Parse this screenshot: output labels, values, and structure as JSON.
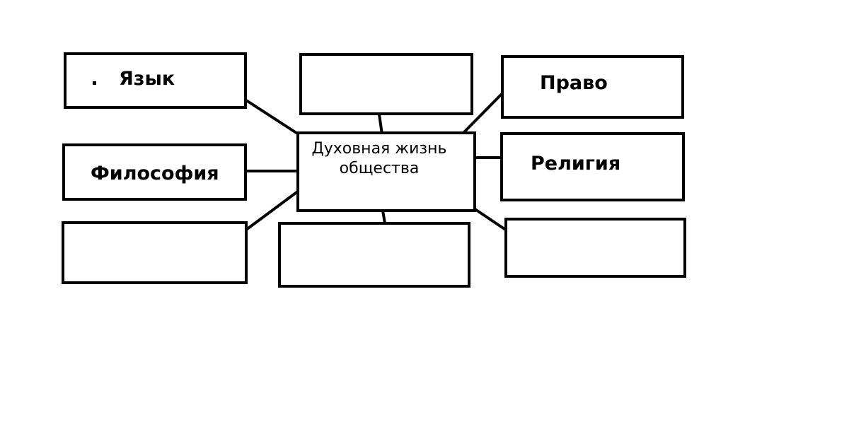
{
  "center": {
    "line1": "Духовная жизнь",
    "line2": "общества"
  },
  "boxes": {
    "top_left": "Язык",
    "mid_left": "Философия",
    "top_right": "Право",
    "mid_right": "Религия"
  }
}
